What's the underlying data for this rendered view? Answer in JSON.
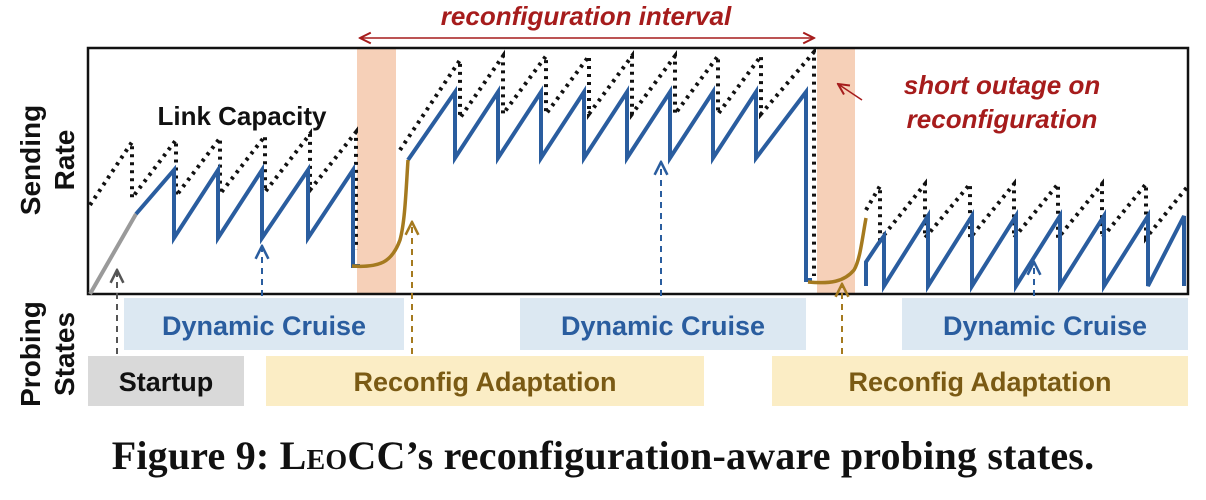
{
  "diagram": {
    "y_axis_labels": {
      "sending": "Sending",
      "rate": "Rate",
      "probing": "Probing",
      "states": "States"
    },
    "annotations": {
      "link_capacity": "Link Capacity",
      "reconfiguration_interval": "reconfiguration interval",
      "short_outage_line1": "short outage on",
      "short_outage_line2": "reconfiguration"
    },
    "states": {
      "dynamic_cruise": "Dynamic Cruise",
      "startup": "Startup",
      "reconfig_adaptation": "Reconfig Adaptation"
    },
    "colors": {
      "sending_rate": "#2a5d9f",
      "link_capacity": "#111111",
      "startup_ramp": "#9a9a9a",
      "reconfig_curve": "#a57a1f",
      "outage_band": "#f6d0b8",
      "annotation_red": "#a61c1c",
      "cruise_box": "#dce8f2",
      "startup_box": "#d9d9d9",
      "reconfig_box": "#fbedc5"
    }
  },
  "caption": {
    "prefix": "Figure 9: ",
    "name_lead": "L",
    "name_smallcaps": "eo",
    "name_tail": "CC",
    "suffix": "’s reconfiguration-aware probing states."
  }
}
